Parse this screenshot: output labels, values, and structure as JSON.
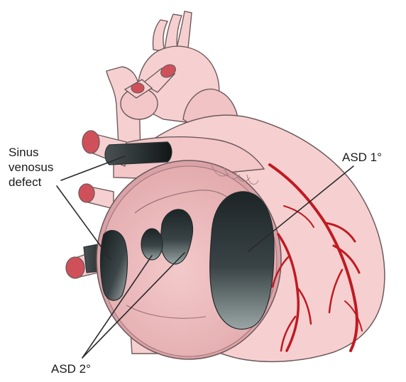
{
  "labels": {
    "sinus_venosus": [
      "Sinus",
      "venosus",
      "defect"
    ],
    "asd_primum": "ASD 1°",
    "asd_secundum": "ASD 2°"
  },
  "colors": {
    "tissue": "#f6d0d0",
    "tissue_shadow": "#e9b4b6",
    "outline": "#6e5a5c",
    "coronary_vessel": "#c01a22",
    "vessel_lumen": "#d0505a",
    "defect_dark": "#1c2426",
    "defect_light": "#8f9c9c",
    "leader_line": "#2a2a2a"
  }
}
